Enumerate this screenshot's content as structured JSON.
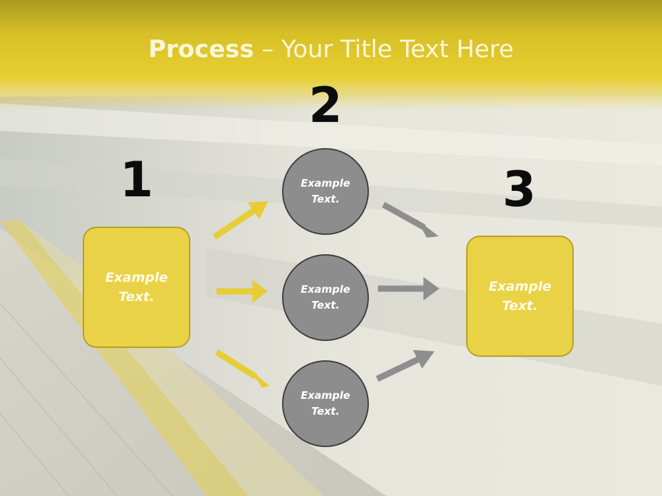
{
  "title": {
    "bold": "Process",
    "rest": " – Your Title Text Here"
  },
  "steps": [
    {
      "number": "1",
      "box_text": "Example\nText."
    },
    {
      "number": "2"
    },
    {
      "number": "3",
      "box_text": "Example\nText."
    }
  ],
  "circles": [
    {
      "text": "Example\nText."
    },
    {
      "text": "Example\nText."
    },
    {
      "text": "Example\nText."
    }
  ],
  "colors": {
    "accent_yellow": "#ead246",
    "circle_gray": "#8d8d8d",
    "arrow_gray": "#8e8e8e",
    "arrow_yellow": "#e7cd36"
  }
}
